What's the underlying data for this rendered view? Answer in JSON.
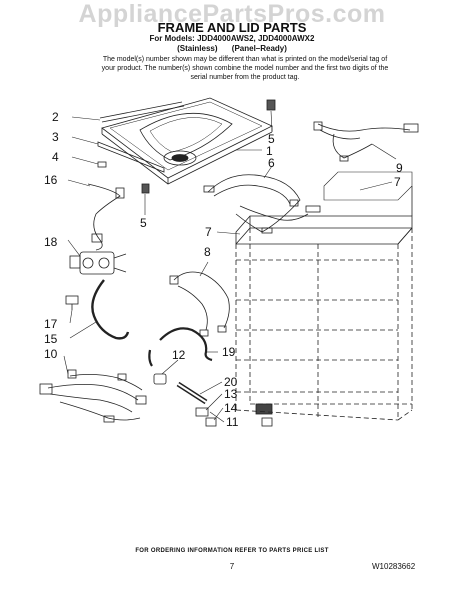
{
  "watermark": "AppliancePartsPros.com",
  "header": {
    "title": "FRAME AND LID PARTS",
    "models": "For Models: JDD4000AWS2, JDD4000AWX2",
    "variant_1": "(Stainless)",
    "variant_2": "(Panel–Ready)",
    "note": "The model(s) number shown may be different than what is printed on the model/serial tag of your product. The number(s) shown combine the model number and the first two digits of the serial number from the product tag."
  },
  "callouts": {
    "c2": "2",
    "c3": "3",
    "c4": "4",
    "c16": "16",
    "c5a": "5",
    "c5b": "5",
    "c1": "1",
    "c6": "6",
    "c9": "9",
    "c7a": "7",
    "c7b": "7",
    "c8": "8",
    "c18": "18",
    "c17": "17",
    "c15": "15",
    "c10": "10",
    "c12": "12",
    "c19": "19",
    "c20": "20",
    "c14": "14",
    "c13": "13",
    "c11": "11"
  },
  "footer": {
    "ordering": "FOR ORDERING INFORMATION REFER TO PARTS PRICE LIST",
    "page": "7",
    "doc_id": "W10283662"
  }
}
